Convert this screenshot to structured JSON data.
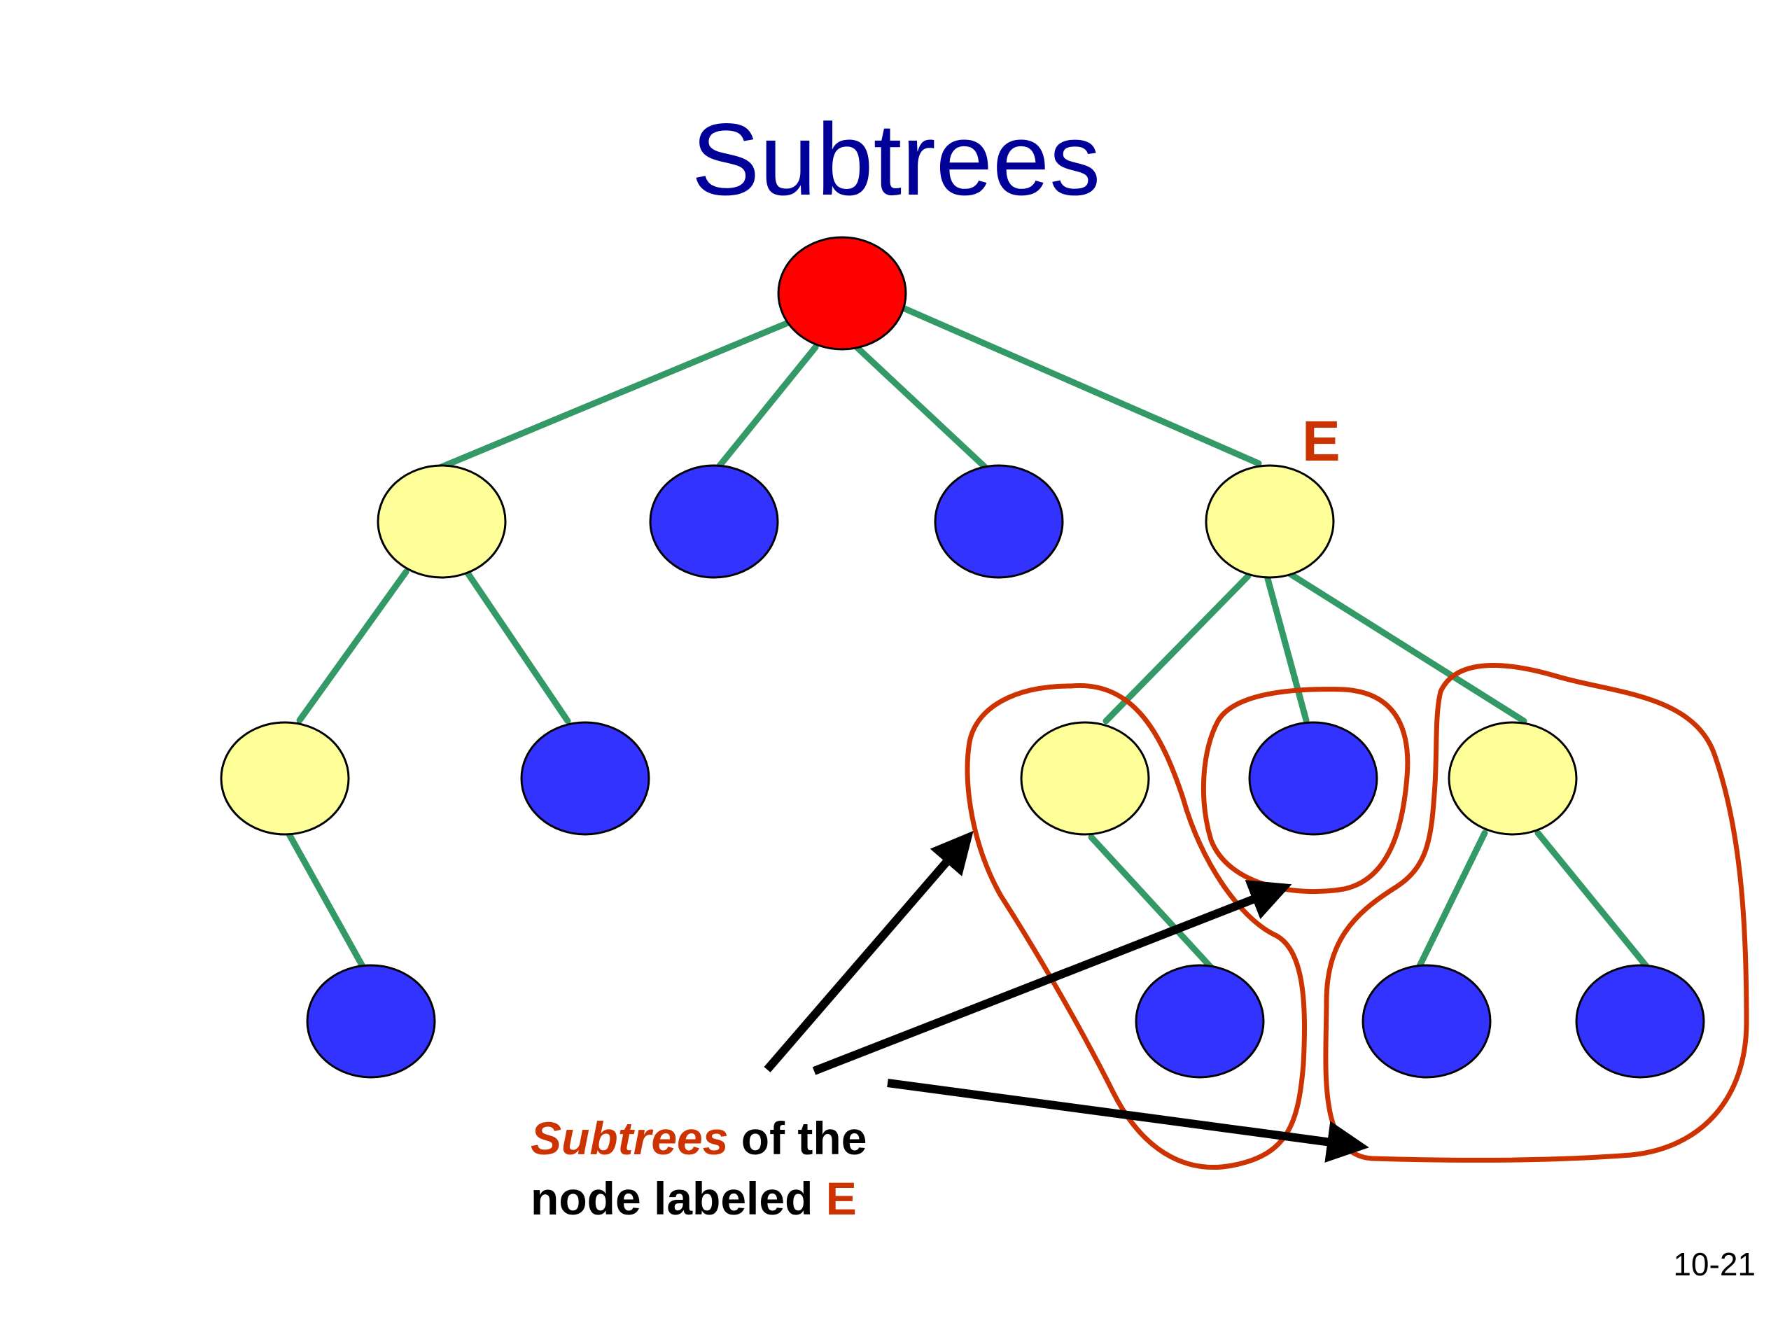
{
  "slide": {
    "title": "Subtrees",
    "page_number": "10-21",
    "node_label": "E",
    "caption": {
      "line1_emphasis": "Subtrees",
      "line1_rest": " of the",
      "line2_text": "node labeled ",
      "line2_emphasis": "E"
    }
  },
  "colors": {
    "title": "#000099",
    "edge": "#339966",
    "root": "#ff0000",
    "internal_node": "#ffff99",
    "leaf_node": "#3333ff",
    "highlight": "#cc3300",
    "arrow": "#000000"
  },
  "tree": {
    "nodes": [
      {
        "id": "root",
        "kind": "root"
      },
      {
        "id": "a",
        "kind": "internal"
      },
      {
        "id": "b",
        "kind": "leaf"
      },
      {
        "id": "c",
        "kind": "leaf"
      },
      {
        "id": "e",
        "kind": "internal"
      },
      {
        "id": "d",
        "kind": "internal"
      },
      {
        "id": "f",
        "kind": "leaf"
      },
      {
        "id": "g",
        "kind": "leaf"
      },
      {
        "id": "h",
        "kind": "internal"
      },
      {
        "id": "i",
        "kind": "leaf"
      },
      {
        "id": "j",
        "kind": "internal"
      },
      {
        "id": "k",
        "kind": "leaf"
      },
      {
        "id": "l",
        "kind": "leaf"
      },
      {
        "id": "m",
        "kind": "leaf"
      }
    ],
    "edges": [
      [
        "root",
        "a"
      ],
      [
        "root",
        "b"
      ],
      [
        "root",
        "c"
      ],
      [
        "root",
        "e"
      ],
      [
        "a",
        "d"
      ],
      [
        "a",
        "f"
      ],
      [
        "d",
        "g"
      ],
      [
        "e",
        "h"
      ],
      [
        "e",
        "i"
      ],
      [
        "e",
        "j"
      ],
      [
        "h",
        "k"
      ],
      [
        "j",
        "l"
      ],
      [
        "j",
        "m"
      ]
    ],
    "highlighted_subtrees": [
      {
        "root": "h",
        "members": [
          "h",
          "k"
        ]
      },
      {
        "root": "i",
        "members": [
          "i"
        ]
      },
      {
        "root": "j",
        "members": [
          "j",
          "l",
          "m"
        ]
      }
    ]
  }
}
